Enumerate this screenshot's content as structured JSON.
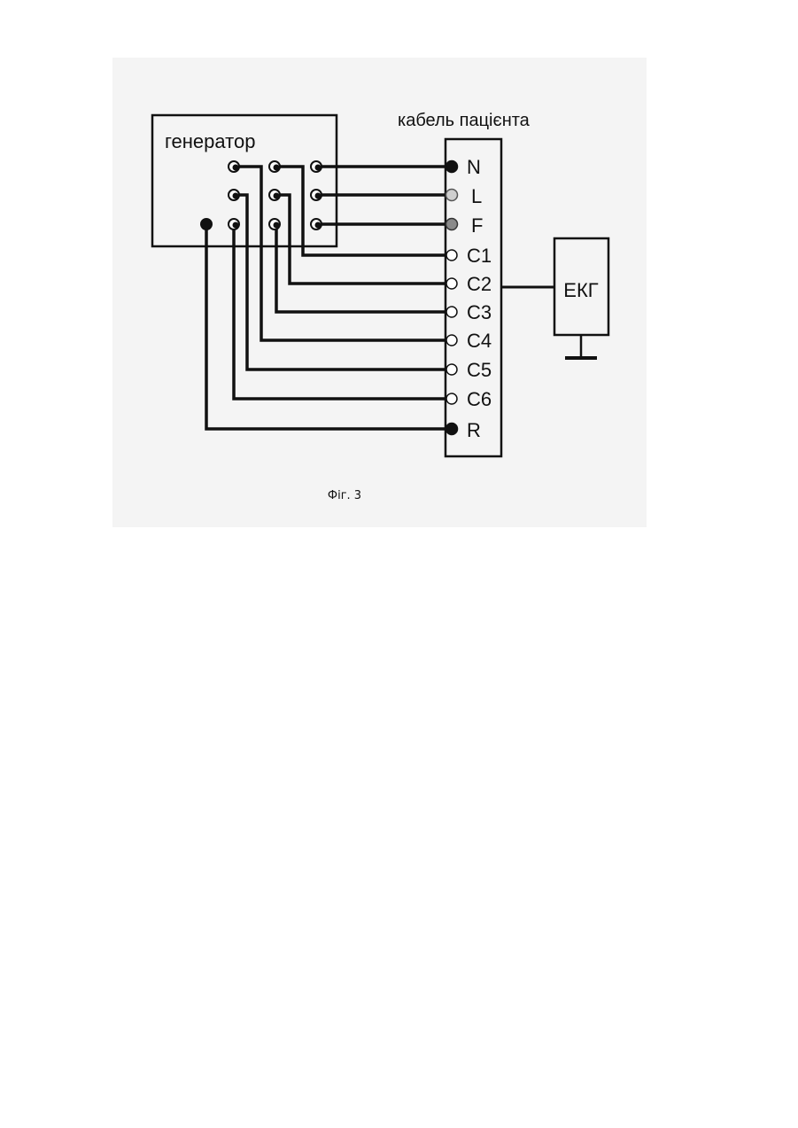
{
  "diagram": {
    "generator_label": "генератор",
    "cable_label": "кабель пацієнта",
    "ecg_label": "ЕКГ",
    "caption": "Фіг. 3",
    "cable_terminals": [
      {
        "label": "N",
        "style": "filled"
      },
      {
        "label": "L",
        "style": "light"
      },
      {
        "label": "F",
        "style": "grey"
      },
      {
        "label": "C1",
        "style": "open"
      },
      {
        "label": "C2",
        "style": "open"
      },
      {
        "label": "C3",
        "style": "open"
      },
      {
        "label": "C4",
        "style": "open"
      },
      {
        "label": "C5",
        "style": "open"
      },
      {
        "label": "C6",
        "style": "open"
      },
      {
        "label": "R",
        "style": "filled"
      }
    ]
  }
}
